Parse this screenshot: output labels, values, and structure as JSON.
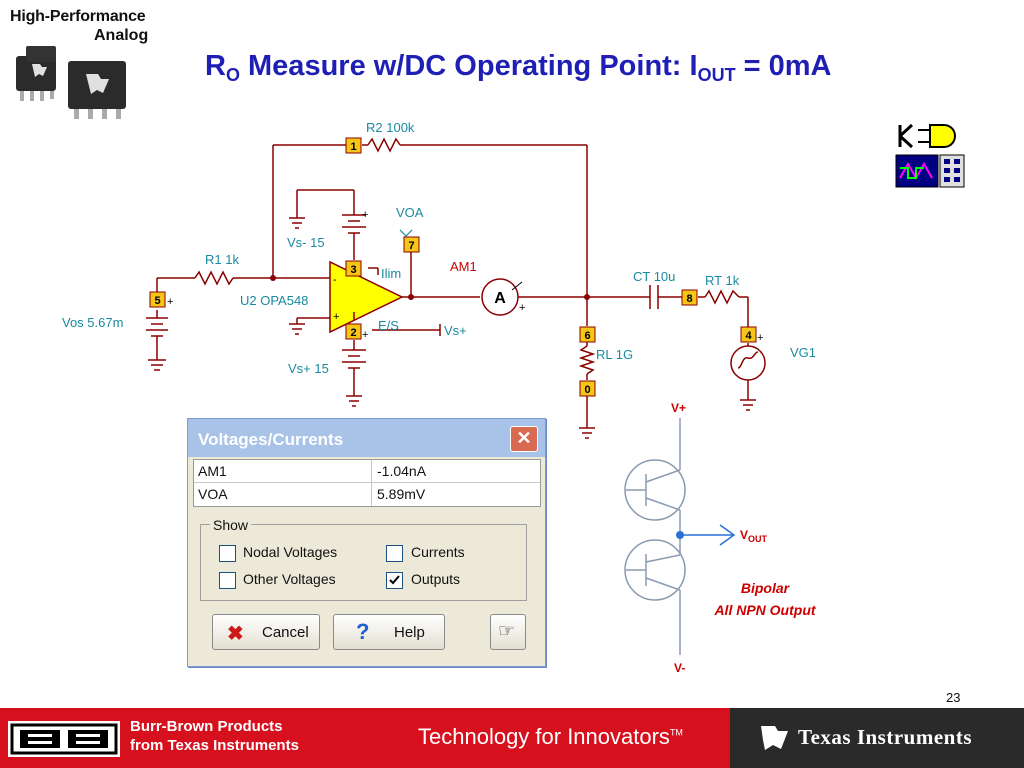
{
  "header": {
    "logo_line1": "High-Performance",
    "logo_line2": "Analog",
    "title_prefix": "R",
    "title_sub1": "O",
    "title_mid": " Measure w/DC Operating Point: I",
    "title_sub2": "OUT",
    "title_suffix": " = 0mA"
  },
  "circuit": {
    "r2_label": "R2 100k",
    "node1": "1",
    "vs_minus_label": "Vs- 15",
    "voa_probe_label": "VOA",
    "node7": "7",
    "node3": "3",
    "ilim_label": "Ilim",
    "am1_label": "AM1",
    "ammeter_symbol": "A",
    "ct_label": "CT 10u",
    "rt_label": "RT 1k",
    "node8": "8",
    "r1_label": "R1 1k",
    "opamp_label": "U2 OPA548",
    "node5": "5",
    "vos_label": "Vos 5.67m",
    "es_label": "E/S",
    "vs_plus_net": "Vs+",
    "node2": "2",
    "vs_plus_label": "Vs+ 15",
    "node6": "6",
    "rl_label": "RL 1G",
    "node0": "0",
    "node4": "4",
    "vg1_label": "VG1",
    "plus": "+",
    "minus": "-"
  },
  "bjt_diagram": {
    "v_plus": "V+",
    "v_minus": "V-",
    "vout_main": "V",
    "vout_sub": "OUT",
    "caption_line1": "Bipolar",
    "caption_line2": "All NPN Output"
  },
  "dialog": {
    "title": "Voltages/Currents",
    "close_symbol": "✕",
    "rows": [
      {
        "name": "AM1",
        "value": "-1.04nA"
      },
      {
        "name": "VOA",
        "value": "5.89mV"
      }
    ],
    "show_label": "Show",
    "checkboxes": [
      {
        "label": "Nodal Voltages",
        "checked": false
      },
      {
        "label": "Currents",
        "checked": false
      },
      {
        "label": "Other Voltages",
        "checked": false
      },
      {
        "label": "Outputs",
        "checked": true
      }
    ],
    "cancel_label": "Cancel",
    "help_label": "Help",
    "cancel_icon": "✖",
    "help_icon": "?",
    "hand_icon": "☞"
  },
  "footer": {
    "bb_logo": "BB",
    "bb_line1": "Burr-Brown Products",
    "bb_line2": "from Texas Instruments",
    "tagline": "Technology for Innovators",
    "tm": "TM",
    "ti_name": "Texas Instruments",
    "page_number": "23"
  },
  "colors": {
    "title_blue": "#1f1fb5",
    "wire": "#8b0000",
    "node_box": "#f5c518",
    "opamp": "#ffff00",
    "label_teal": "#1a8aa0",
    "footer_red": "#d7101e"
  }
}
